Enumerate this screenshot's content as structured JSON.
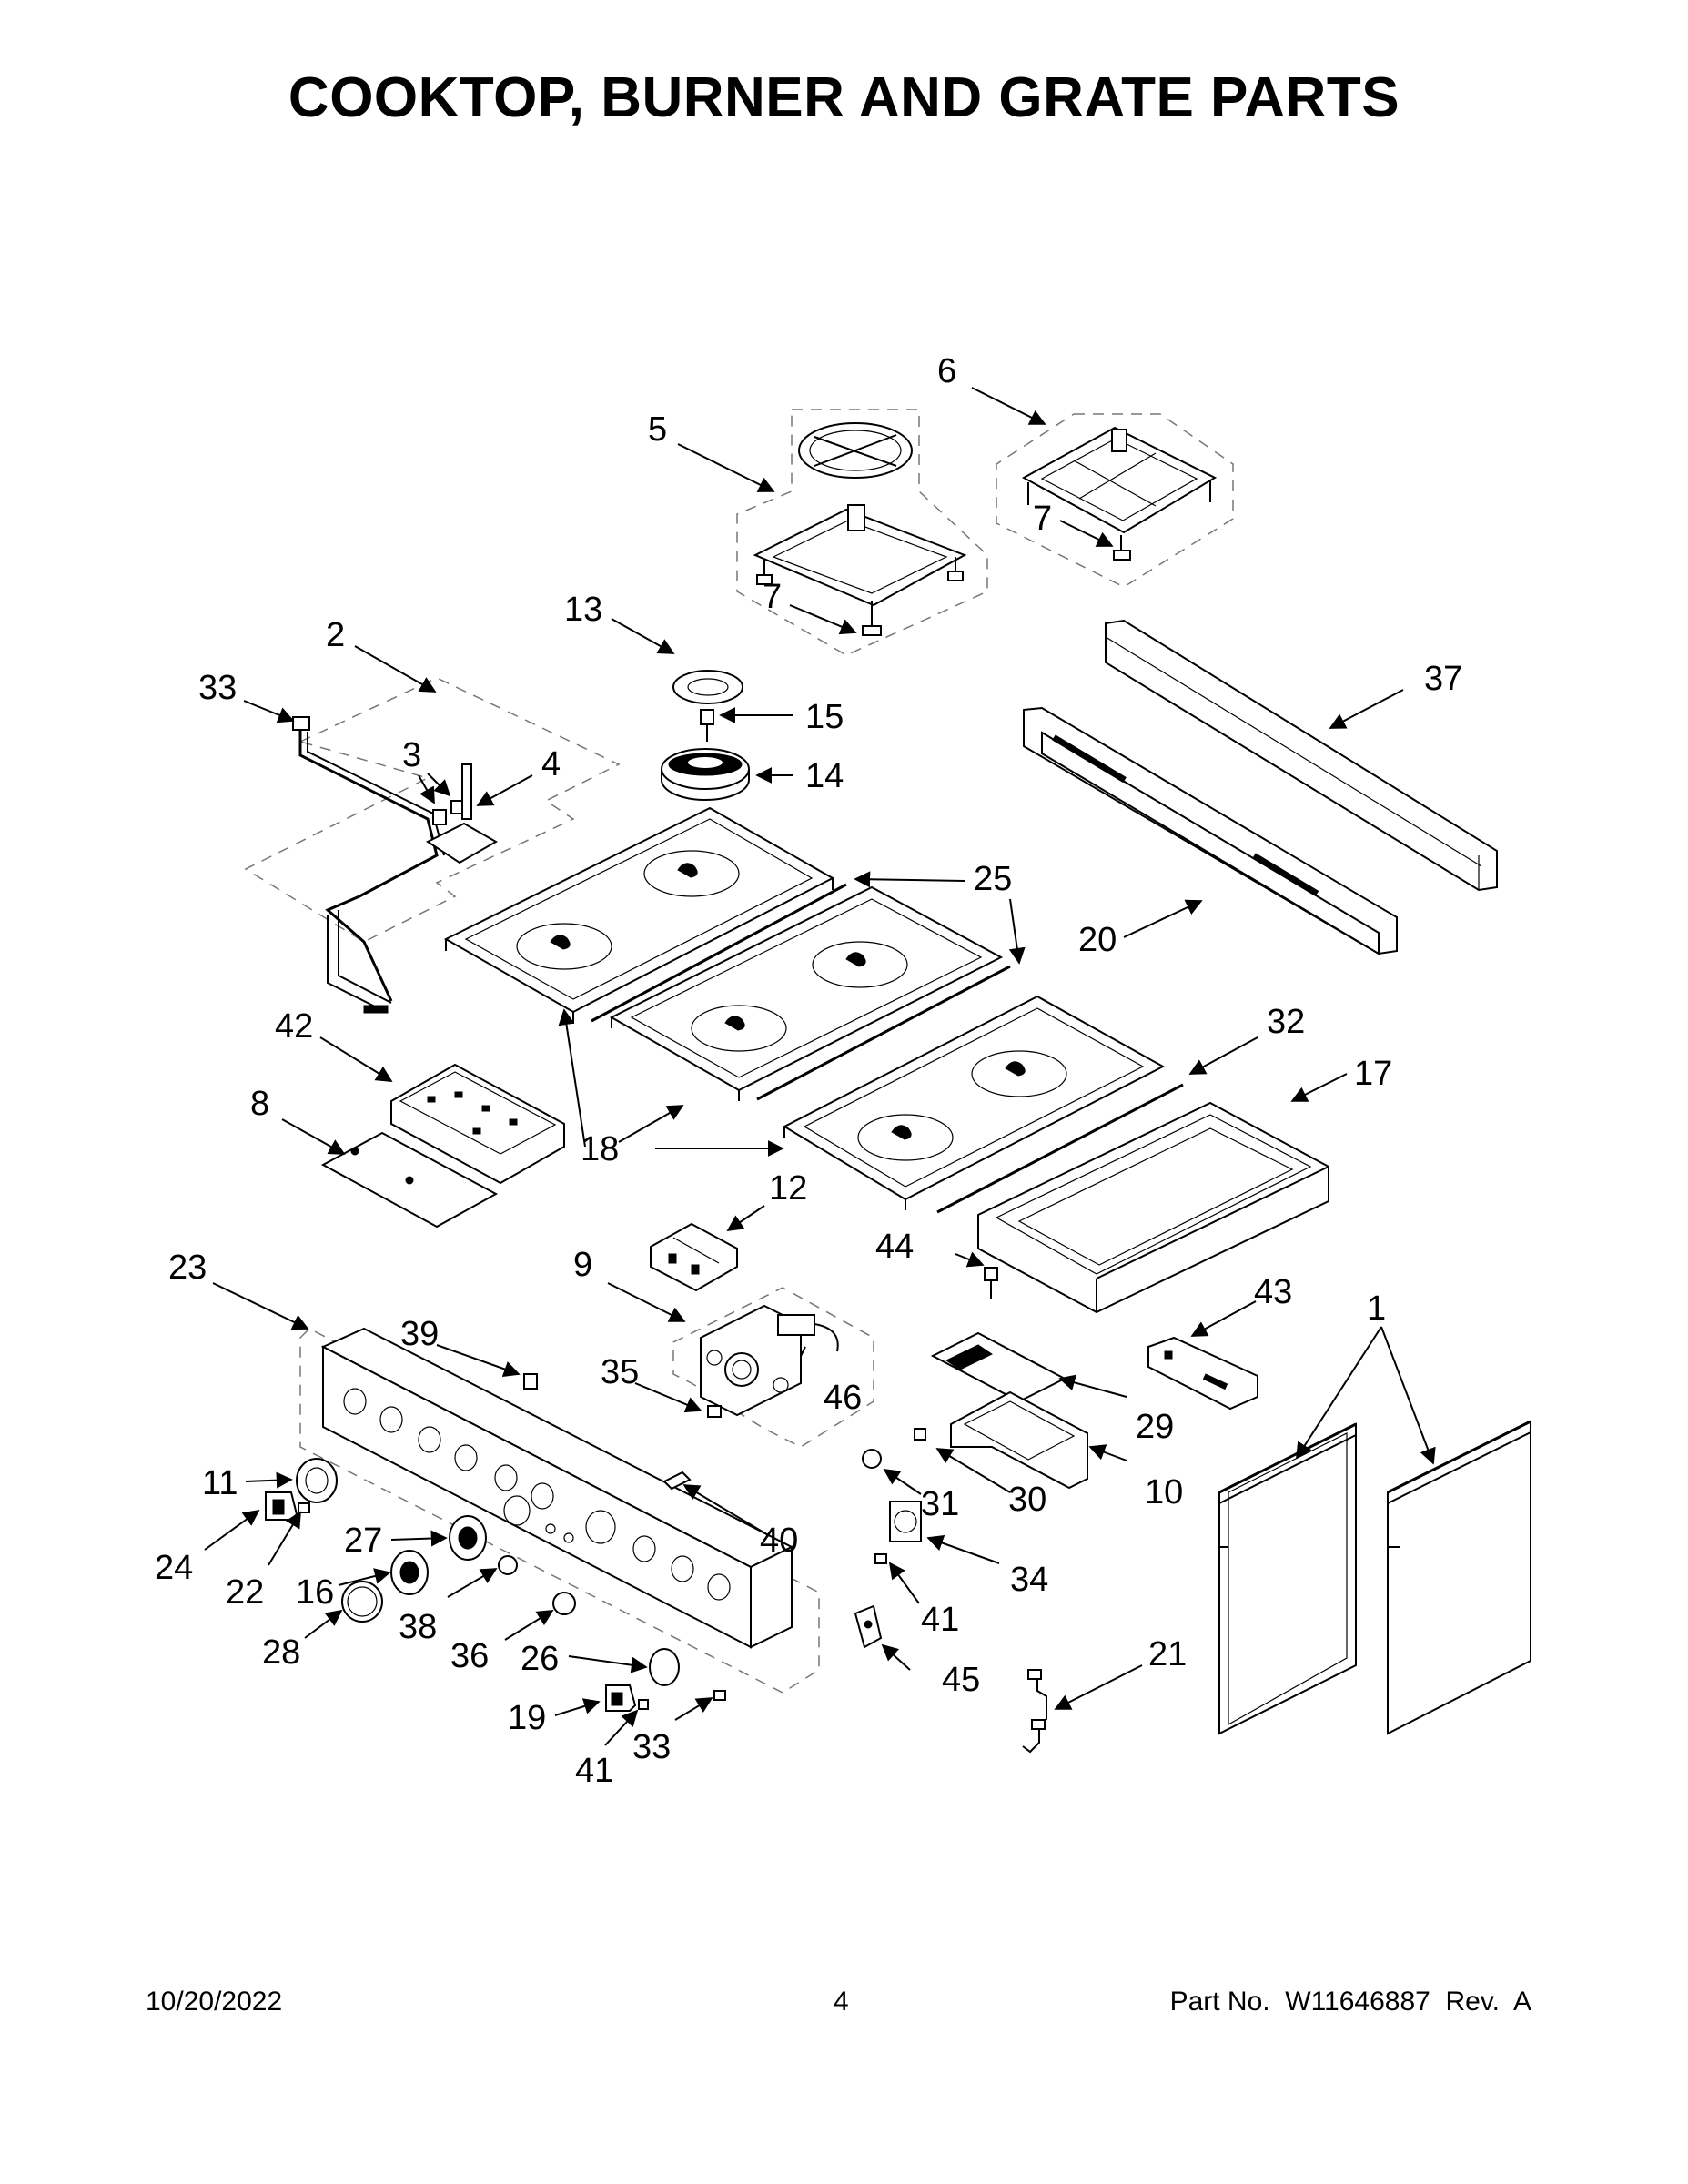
{
  "page": {
    "title": "COOKTOP, BURNER AND GRATE PARTS",
    "footer": {
      "date": "10/20/2022",
      "page_number": "4",
      "part_number": "Part No.  W11646887  Rev.  A"
    }
  },
  "callouts": [
    {
      "id": "c1",
      "label": "1"
    },
    {
      "id": "c2",
      "label": "2"
    },
    {
      "id": "c3",
      "label": "3"
    },
    {
      "id": "c4",
      "label": "4"
    },
    {
      "id": "c5",
      "label": "5"
    },
    {
      "id": "c6",
      "label": "6"
    },
    {
      "id": "c7a",
      "label": "7"
    },
    {
      "id": "c7b",
      "label": "7"
    },
    {
      "id": "c8",
      "label": "8"
    },
    {
      "id": "c9",
      "label": "9"
    },
    {
      "id": "c10",
      "label": "10"
    },
    {
      "id": "c11",
      "label": "11"
    },
    {
      "id": "c12",
      "label": "12"
    },
    {
      "id": "c13",
      "label": "13"
    },
    {
      "id": "c14",
      "label": "14"
    },
    {
      "id": "c15",
      "label": "15"
    },
    {
      "id": "c16",
      "label": "16"
    },
    {
      "id": "c17",
      "label": "17"
    },
    {
      "id": "c18",
      "label": "18"
    },
    {
      "id": "c19",
      "label": "19"
    },
    {
      "id": "c20",
      "label": "20"
    },
    {
      "id": "c21",
      "label": "21"
    },
    {
      "id": "c22",
      "label": "22"
    },
    {
      "id": "c23",
      "label": "23"
    },
    {
      "id": "c24",
      "label": "24"
    },
    {
      "id": "c25",
      "label": "25"
    },
    {
      "id": "c26",
      "label": "26"
    },
    {
      "id": "c27",
      "label": "27"
    },
    {
      "id": "c28",
      "label": "28"
    },
    {
      "id": "c29",
      "label": "29"
    },
    {
      "id": "c30",
      "label": "30"
    },
    {
      "id": "c31",
      "label": "31"
    },
    {
      "id": "c32",
      "label": "32"
    },
    {
      "id": "c33a",
      "label": "33"
    },
    {
      "id": "c33b",
      "label": "33"
    },
    {
      "id": "c34",
      "label": "34"
    },
    {
      "id": "c35",
      "label": "35"
    },
    {
      "id": "c36",
      "label": "36"
    },
    {
      "id": "c37",
      "label": "37"
    },
    {
      "id": "c38",
      "label": "38"
    },
    {
      "id": "c39",
      "label": "39"
    },
    {
      "id": "c40",
      "label": "40"
    },
    {
      "id": "c41a",
      "label": "41"
    },
    {
      "id": "c41b",
      "label": "41"
    },
    {
      "id": "c42",
      "label": "42"
    },
    {
      "id": "c43",
      "label": "43"
    },
    {
      "id": "c44",
      "label": "44"
    },
    {
      "id": "c45",
      "label": "45"
    },
    {
      "id": "c46",
      "label": "46"
    }
  ]
}
